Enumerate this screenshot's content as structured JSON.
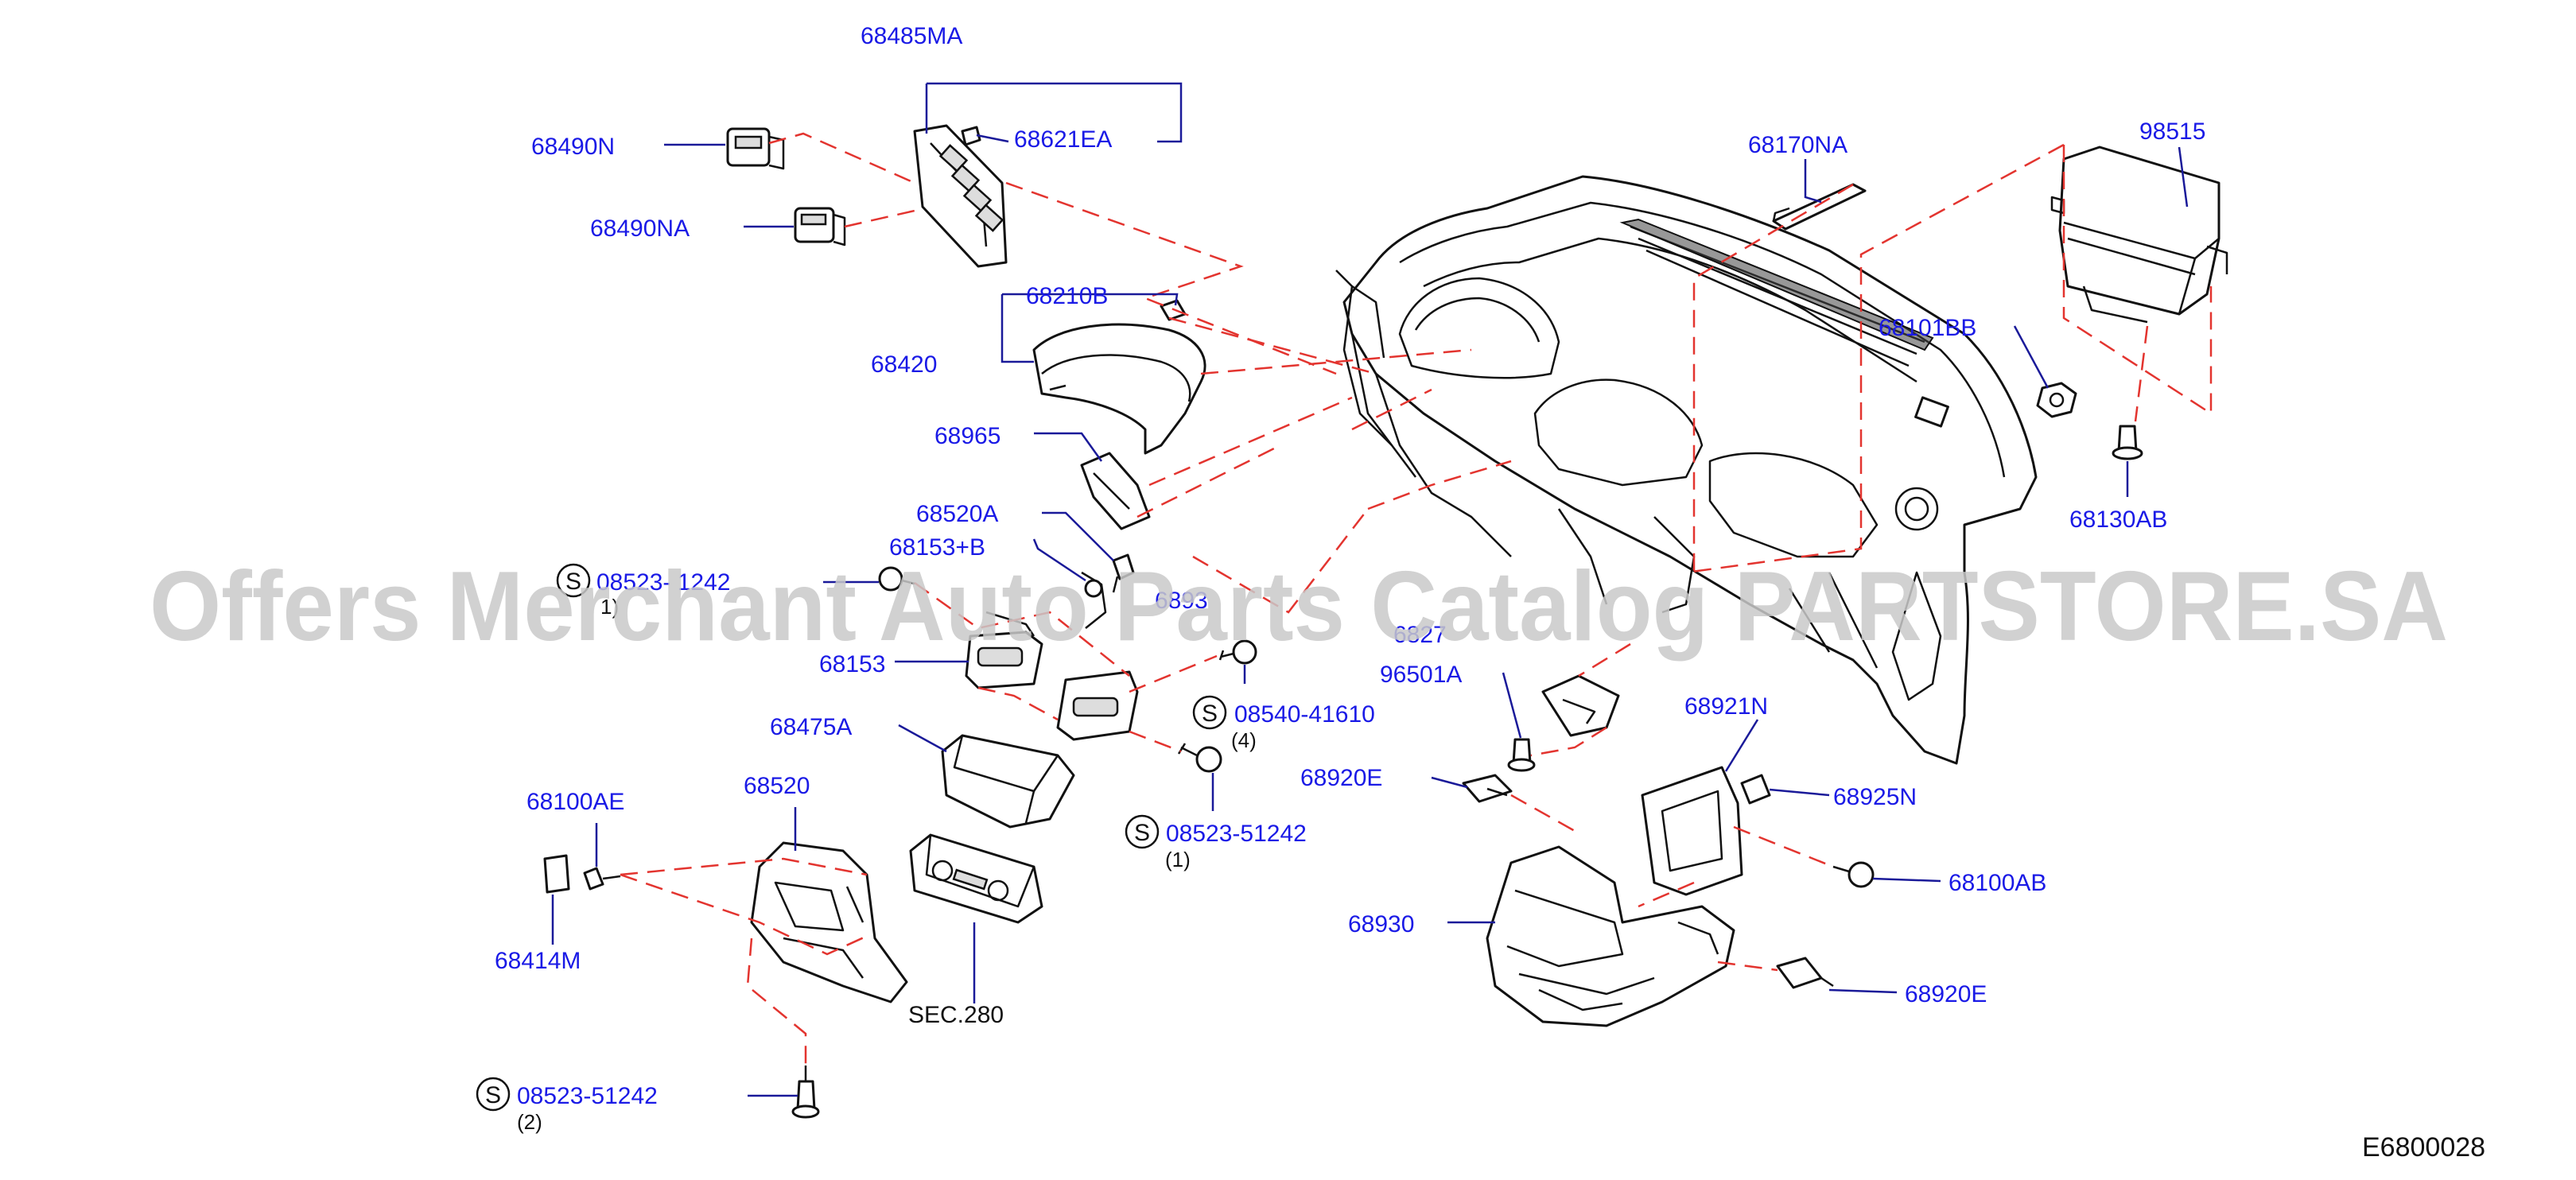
{
  "labels": {
    "p68485MA": "68485MA",
    "p68490N": "68490N",
    "p68621EA": "68621EA",
    "p68490NA": "68490NA",
    "p68210B": "68210B",
    "p68420": "68420",
    "p68965": "68965",
    "p68520A": "68520A",
    "p68153B": "68153+B",
    "s08523_1242": "08523-  1242",
    "p68153": "68153",
    "p68475A": "68475A",
    "s08540": "08540-41610",
    "s08523_51242_b": "08523-51242",
    "p68100AE": "68100AE",
    "p68520": "68520",
    "p68414M": "68414M",
    "sec280": "SEC.280",
    "s08523_51242_c": "08523-51242",
    "p68170NA": "68170NA",
    "p98515": "98515",
    "p68101BB": "68101BB",
    "p68130AB": "68130AB",
    "p96501A": "96501A",
    "p68921N": "68921N",
    "p68920E_a": "68920E",
    "p68925N": "68925N",
    "p68100AB": "68100AB",
    "p68930": "68930",
    "p68920E_b": "68920E",
    "p6893x": "6893",
    "p6827x": "6827"
  },
  "notes": {
    "q1_a": "1)",
    "q4": "(4)",
    "q1_b": "(1)",
    "q2": "(2)"
  },
  "symbol": "S",
  "diagram_code": "E6800028",
  "watermark": "Offers Merchant Auto Parts Catalog PARTSTORE.SA",
  "colors": {
    "label": "#1a1ae6",
    "leader": "#1a1a99",
    "dashed": "#e3342f",
    "line_art": "#111111"
  }
}
